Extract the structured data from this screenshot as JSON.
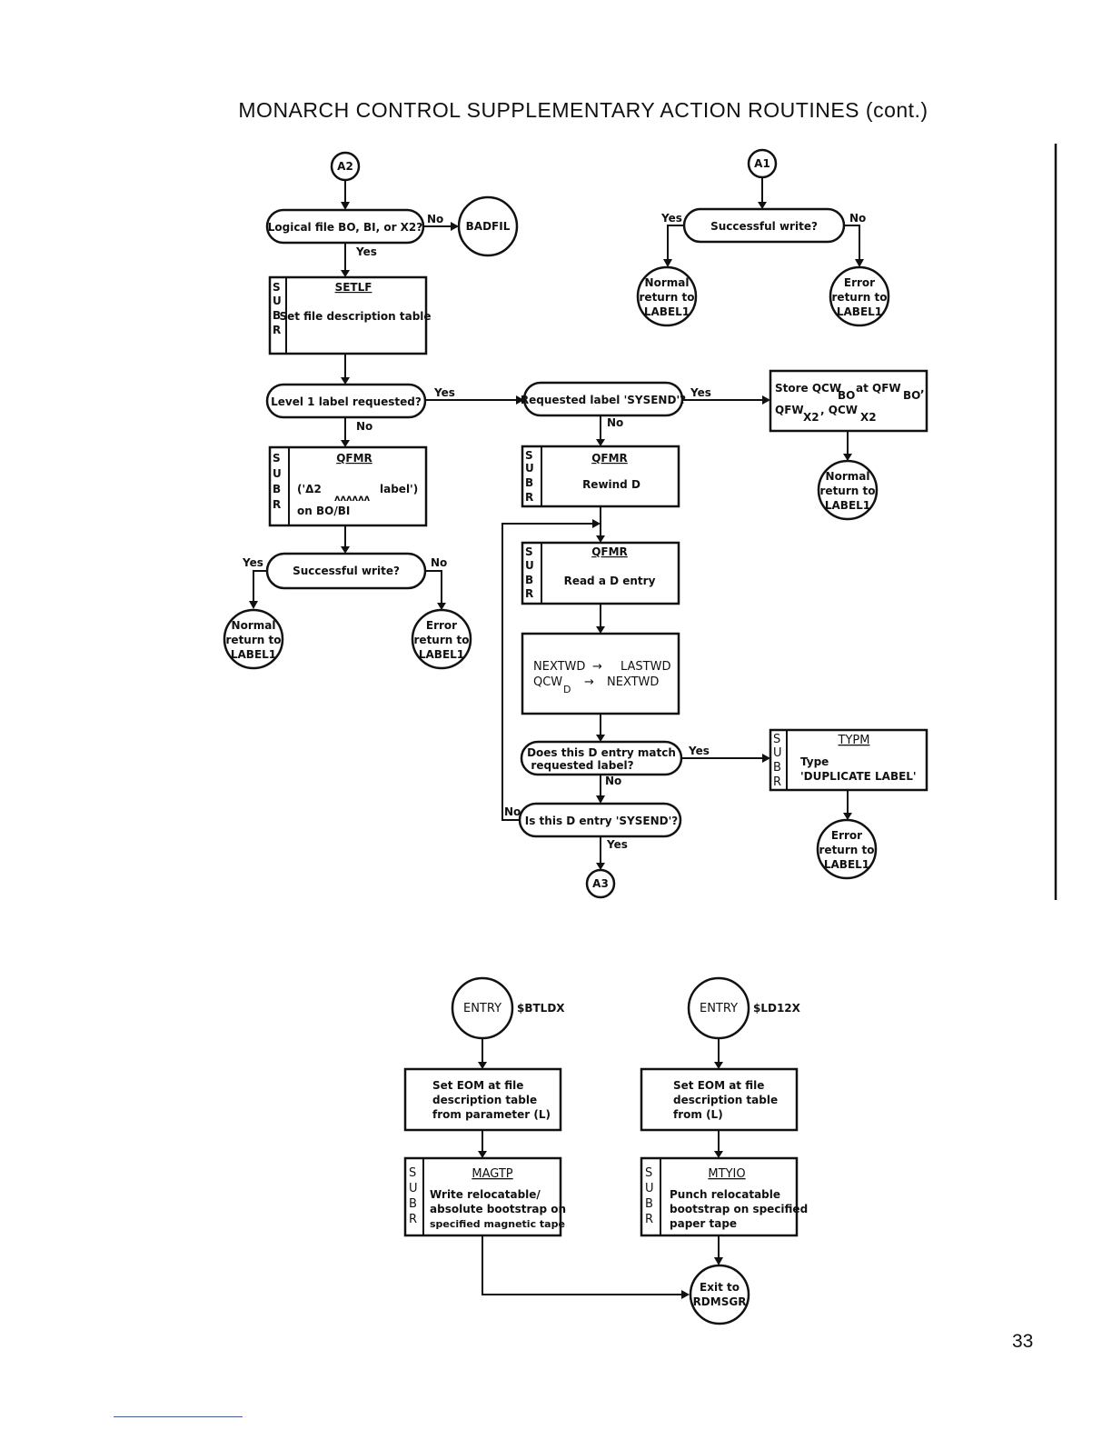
{
  "page": {
    "title": "MONARCH CONTROL SUPPLEMENTARY ACTION ROUTINES (cont.)",
    "page_number": "33"
  },
  "connectors": {
    "a2": "A2",
    "a1": "A1",
    "a3": "A3"
  },
  "branch": {
    "yes": "Yes",
    "no": "No"
  },
  "subr": [
    "S",
    "U",
    "B",
    "R"
  ],
  "decisions": {
    "logical_file": "Logical file BO, BI, or X2?",
    "successful_write": "Successful write?",
    "level1_label": "Level 1 label requested?",
    "requested_sysend": "Requested label 'SYSEND'?",
    "successful_write_2": "Successful write?",
    "match": [
      "Does this D entry match",
      "requested label?"
    ],
    "is_sysend": "Is this D entry 'SYSEND'?"
  },
  "terminals": {
    "badfil": "BADFIL",
    "normal_return": [
      "Normal",
      "return to",
      "LABEL1"
    ],
    "error_return": [
      "Error",
      "return to",
      "LABEL1"
    ],
    "entry": "ENTRY",
    "exit": [
      "Exit to",
      "RDMSGR"
    ]
  },
  "subroutines": {
    "setlf": {
      "name": "SETLF",
      "desc": [
        "Set file description table"
      ]
    },
    "qfmr_label": {
      "name": "QFMR",
      "desc": [
        "('Δ2",
        "label')",
        "on BO/BI"
      ],
      "marks": "ʌʌʌʌʌʌ"
    },
    "qfmr_rewind": {
      "name": "QFMR",
      "desc": [
        "Rewind D"
      ]
    },
    "qfmr_read": {
      "name": "QFMR",
      "desc": [
        "Read a D entry"
      ]
    },
    "typm": {
      "name": "TYPM",
      "desc": [
        "Type",
        "'DUPLICATE LABEL'"
      ]
    },
    "magtp": {
      "name": "MAGTP",
      "desc": [
        "Write relocatable/",
        "absolute bootstrap on",
        "specified magnetic tape"
      ]
    },
    "mtyio": {
      "name": "MTYIO",
      "desc": [
        "Punch relocatable",
        "bootstrap on specified",
        "paper tape"
      ]
    }
  },
  "processes": {
    "store_qcw": {
      "line1": [
        "Store QCW",
        "BO",
        " at QFW",
        "BO",
        ","
      ],
      "line2": [
        "QFW",
        "X2",
        ", QCW",
        "X2"
      ]
    },
    "nextwd": {
      "line1": [
        "NEXTWD",
        "→",
        "LASTWD"
      ],
      "line2": [
        "QCW",
        "D",
        "→",
        "NEXTWD"
      ]
    },
    "eom_sbtldx": [
      "Set EOM at file",
      "description table",
      "from parameter (L)"
    ],
    "eom_sld12x": [
      "Set EOM at file",
      "description table",
      "from (L)"
    ]
  },
  "entries": {
    "sbtldx": "$BTLDX",
    "sld12x": "$LD12X"
  }
}
